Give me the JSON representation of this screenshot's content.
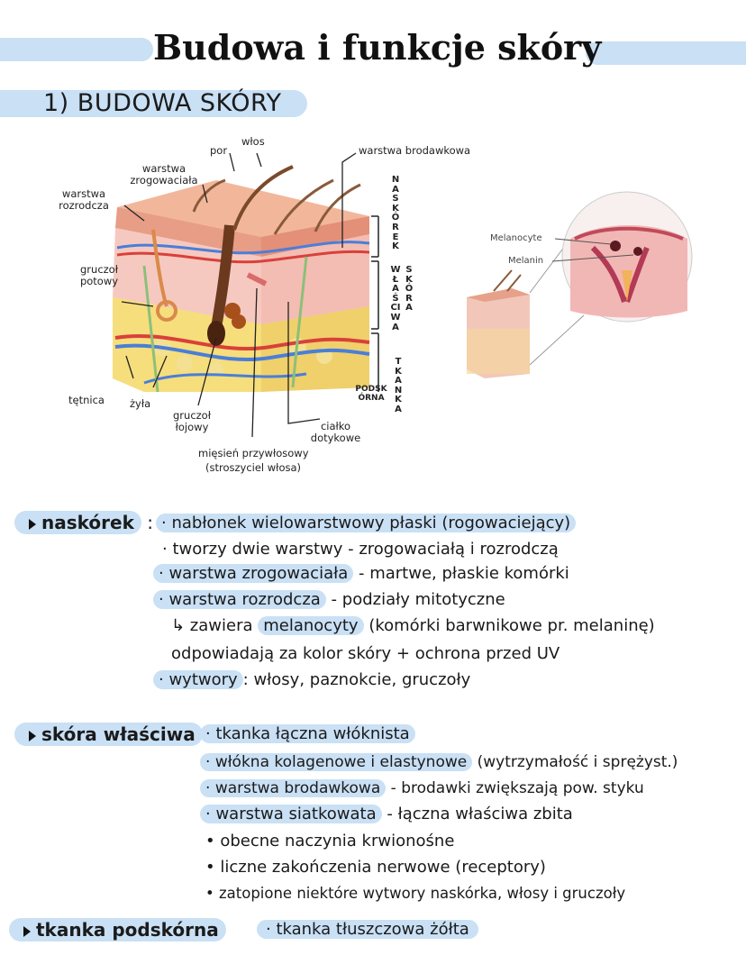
{
  "title": "Budowa i funkcje skóry",
  "section_heading": "1) BUDOWA SKÓRY",
  "diagram_labels": {
    "wlos": "włos",
    "por": "por",
    "warstwa_zrogowaciala": "warstwa zrogowaciała",
    "warstwa_rozrodcza": "warstwa rozrodcza",
    "warstwa_brodawkowa": "warstwa brodawkowa",
    "gruczol_potowy": "gruczoł potowy",
    "tetnica": "tętnica",
    "zyla": "żyła",
    "gruczol_lojowy": "gruczoł łojowy",
    "miesien": "mięsień przywłosowy",
    "miesien_sub": "(stroszyciel włosa)",
    "cialko": "ciałko dotykowe",
    "naskorek_v": "NASKÓREK",
    "wlasciwa_v": "WŁAŚCIWA",
    "skora_v": "SKÓRA",
    "tkanka_v": "TKANKA",
    "podskorna": "PODSK ÓRNA",
    "melanocyte": "Melanocyte",
    "melanin": "Melanin"
  },
  "naskorek": {
    "label": "naskórek",
    "lines": [
      "nabłonek wielowarstwowy płaski (rogowaciejący)",
      "tworzy dwie warstwy - zrogowaciałą i rozrodczą",
      "warstwa zrogowaciała",
      "- martwe, płaskie komórki",
      "warstwa rozrodcza",
      "- podziały mitotyczne",
      "↳ zawiera",
      "melanocyty",
      "(komórki barwnikowe pr. melaninę)",
      "odpowiadają za kolor skóry + ochrona przed UV",
      "wytwory",
      ": włosy, paznokcie, gruczoły"
    ]
  },
  "skora_wlasciwa": {
    "label": "skóra właściwa",
    "lines": [
      "tkanka łączna włóknista",
      "włókna kolagenowe i elastynowe",
      "(wytrzymałość i sprężyst.)",
      "warstwa brodawkowa",
      "- brodawki zwiększają pow. styku",
      "warstwa siatkowata",
      "- łączna właściwa zbita",
      "obecne naczynia krwionośne",
      "liczne zakończenia nerwowe (receptory)",
      "zatopione niektóre wytwory naskórka, włosy i gruczoły"
    ]
  },
  "tkanka_podskorna": {
    "label": "tkanka podskórna",
    "line": "tkanka tłuszczowa żółta"
  },
  "colors": {
    "highlight": "#c9e0f5",
    "ink": "#1b1b1b"
  }
}
